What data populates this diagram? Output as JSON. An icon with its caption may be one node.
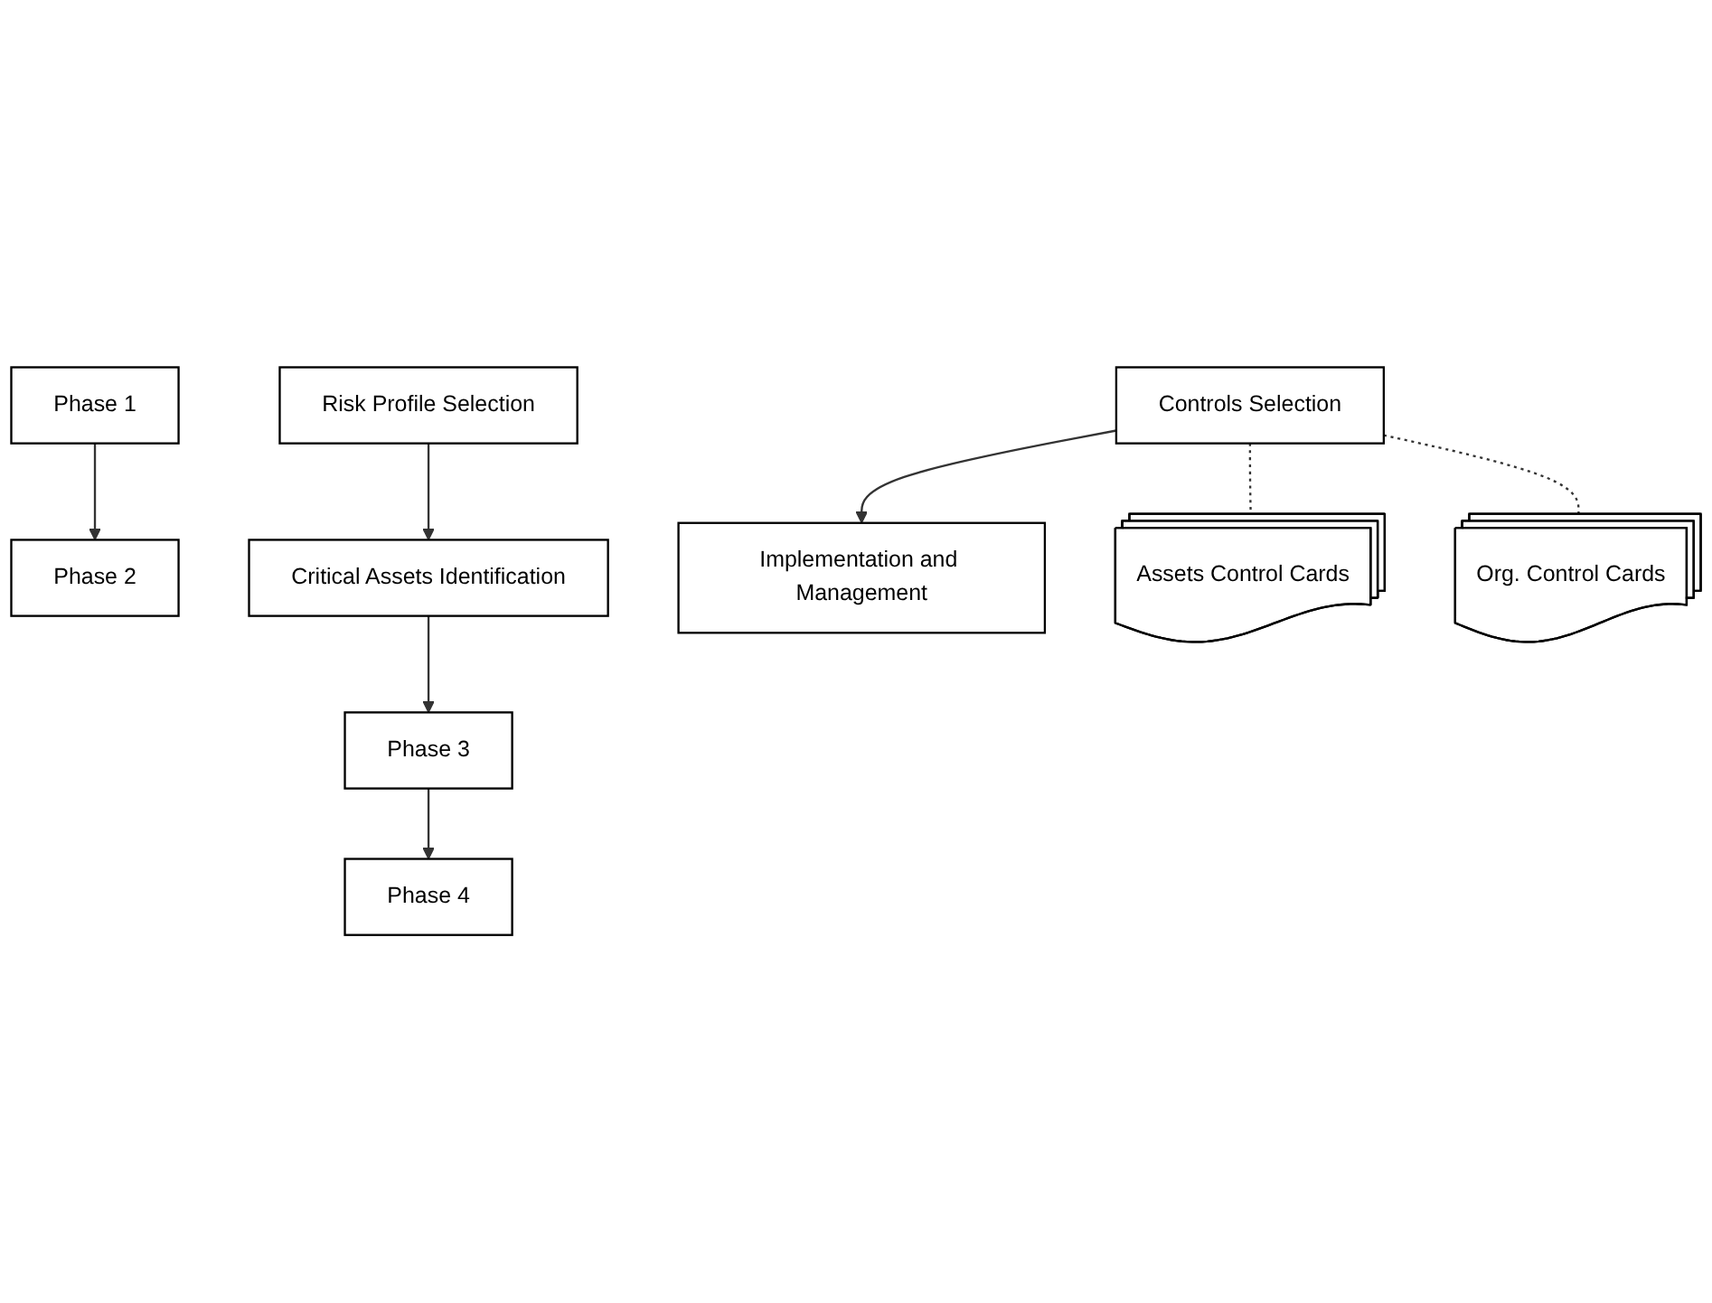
{
  "diagram": {
    "nodes": [
      {
        "text": [
          "Phase 1"
        ]
      },
      {
        "text": [
          "Risk Profile Selection"
        ]
      },
      {
        "text": [
          "Phase 2"
        ]
      },
      {
        "text": [
          "Critical Assets Identification"
        ]
      },
      {
        "text": [
          "Phase 3"
        ]
      },
      {
        "text": [
          "Controls Selection"
        ]
      },
      {
        "text": [
          "Phase 4"
        ]
      },
      {
        "text": [
          "Implementation and Management"
        ]
      },
      {
        "text": [
          "Assets Control Cards"
        ]
      },
      {
        "text": [
          "Org. Control Cards"
        ]
      }
    ],
    "edges": [
      {
        "from": 0,
        "to": 2,
        "arrow": "to"
      },
      {
        "from": 1,
        "to": 3,
        "arrow": "to"
      },
      {
        "from": 3,
        "to": 4,
        "arrow": "to"
      },
      {
        "from": 4,
        "to": 6,
        "arrow": "to"
      },
      {
        "from": 5,
        "to": 7,
        "arrow": "to"
      },
      {
        "from": 5,
        "to": 8,
        "arrow": "none",
        "style": "dashed"
      },
      {
        "from": 5,
        "to": 9,
        "arrow": "none",
        "style": "dashed"
      }
    ]
  }
}
